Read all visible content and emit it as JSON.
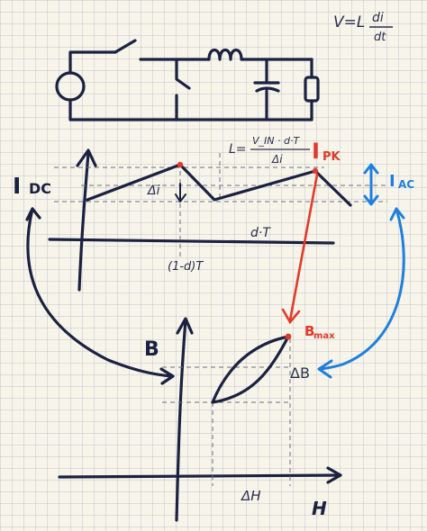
{
  "formula_top": {
    "lhs": "V=L",
    "num": "di",
    "den": "dt"
  },
  "formula_l": {
    "lhs": "L=",
    "num": "V_IN · d·T",
    "den": "Δi"
  },
  "labels": {
    "idc": "I",
    "idc_sub": "DC",
    "ipk": "I",
    "ipk_sub": "PK",
    "iac": "I",
    "iac_sub": "AC",
    "delta_i": "Δi",
    "dt": "d·T",
    "one_minus_dt": "(1-d)T",
    "b": "B",
    "h": "H",
    "bmax": "B",
    "bmax_sub": "max",
    "delta_b": "ΔB",
    "delta_h": "ΔH"
  },
  "colors": {
    "ink": "#1b2140",
    "red": "#e23a2a",
    "blue": "#1f7fdc"
  }
}
